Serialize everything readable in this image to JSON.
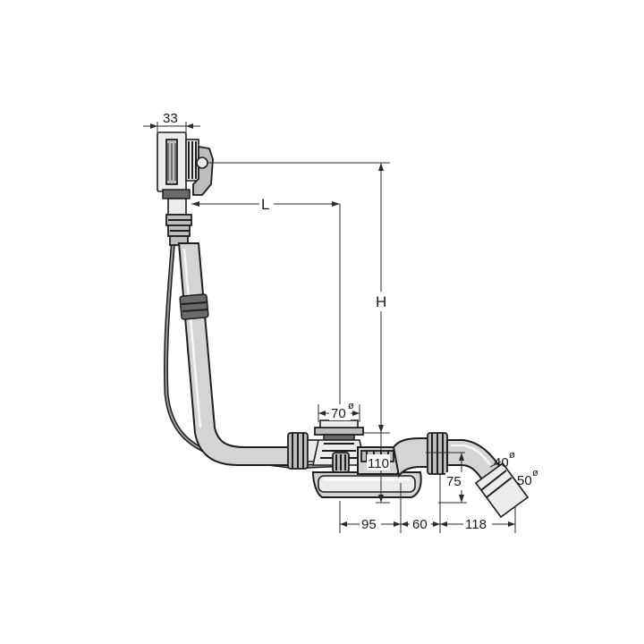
{
  "drawing": {
    "dimensions": {
      "overflow_width": "33",
      "horizontal_L": "L",
      "height_H": "H",
      "drain_diameter": "70",
      "drain_height": "110",
      "trap_height": "75",
      "offset_95": "95",
      "offset_60": "60",
      "offset_118": "118",
      "outlet_inner_diameter": "40",
      "outlet_outer_diameter": "50",
      "diameter_symbol": "ø"
    }
  }
}
